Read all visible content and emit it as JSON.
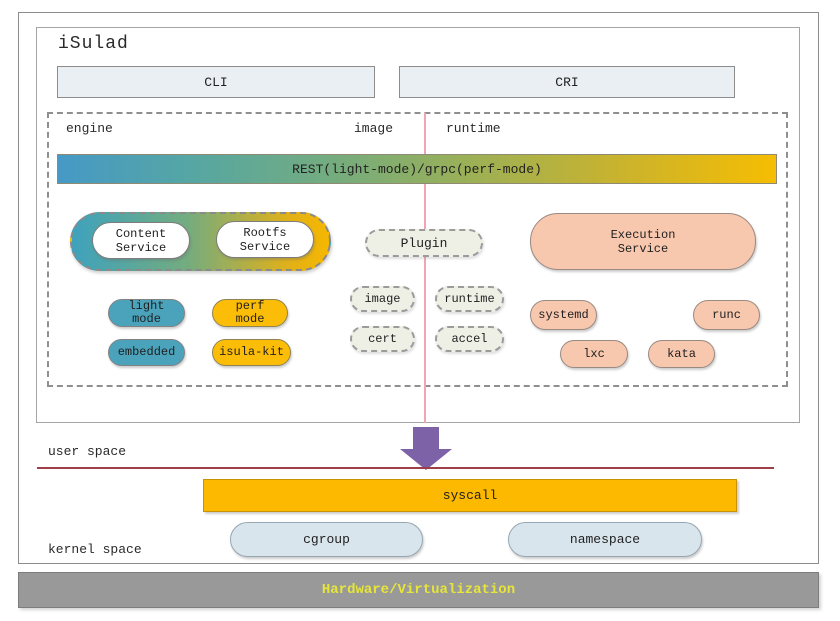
{
  "header": {
    "title": "iSulad"
  },
  "interfaces": {
    "cli": "CLI",
    "cri": "CRI"
  },
  "panel": {
    "sections": {
      "engine": "engine",
      "image": "image",
      "runtime": "runtime"
    },
    "rest_bar": {
      "label": "REST(light-mode)/grpc(perf-mode)"
    },
    "engine_group": {
      "services": [
        {
          "label": "Content Service"
        },
        {
          "label": "Rootfs Service"
        }
      ],
      "modes": [
        {
          "label": "light mode",
          "color": "blue"
        },
        {
          "label": "perf mode",
          "color": "yellow"
        },
        {
          "label": "embedded",
          "color": "blue"
        },
        {
          "label": "isula-kit",
          "color": "yellow"
        }
      ]
    },
    "image_group": {
      "plugin_label": "Plugin",
      "plugins": [
        {
          "label": "image"
        },
        {
          "label": "runtime"
        },
        {
          "label": "cert"
        },
        {
          "label": "accel"
        }
      ]
    },
    "runtime_group": {
      "execution_service": "Execution Service",
      "runtimes": [
        {
          "label": "systemd"
        },
        {
          "label": "runc"
        },
        {
          "label": "lxc"
        },
        {
          "label": "kata"
        }
      ]
    }
  },
  "spaces": {
    "user": "user space",
    "kernel": "kernel space"
  },
  "kernel_layer": {
    "syscall": "syscall",
    "primitives": [
      {
        "label": "cgroup"
      },
      {
        "label": "namespace"
      }
    ]
  },
  "footer": {
    "label": "Hardware/Virtualization"
  },
  "colors": {
    "mode_blue": "#4aa2bb",
    "mode_yellow": "#fcbd08",
    "runtime_salmon": "#f7c7ae",
    "plugin_sage": "#eef0e6",
    "kernel_pill_blue": "#d9e5ec",
    "syscall_gold": "#fcb900",
    "arrow_purple": "#7e62a8",
    "divider_pink": "#f2a4b2",
    "divider_red": "#9e3e48",
    "footer_gray": "#999999",
    "footer_text": "#e5e53a",
    "rest_gradient_start": "#4699c6",
    "rest_gradient_end": "#f6bd02"
  }
}
